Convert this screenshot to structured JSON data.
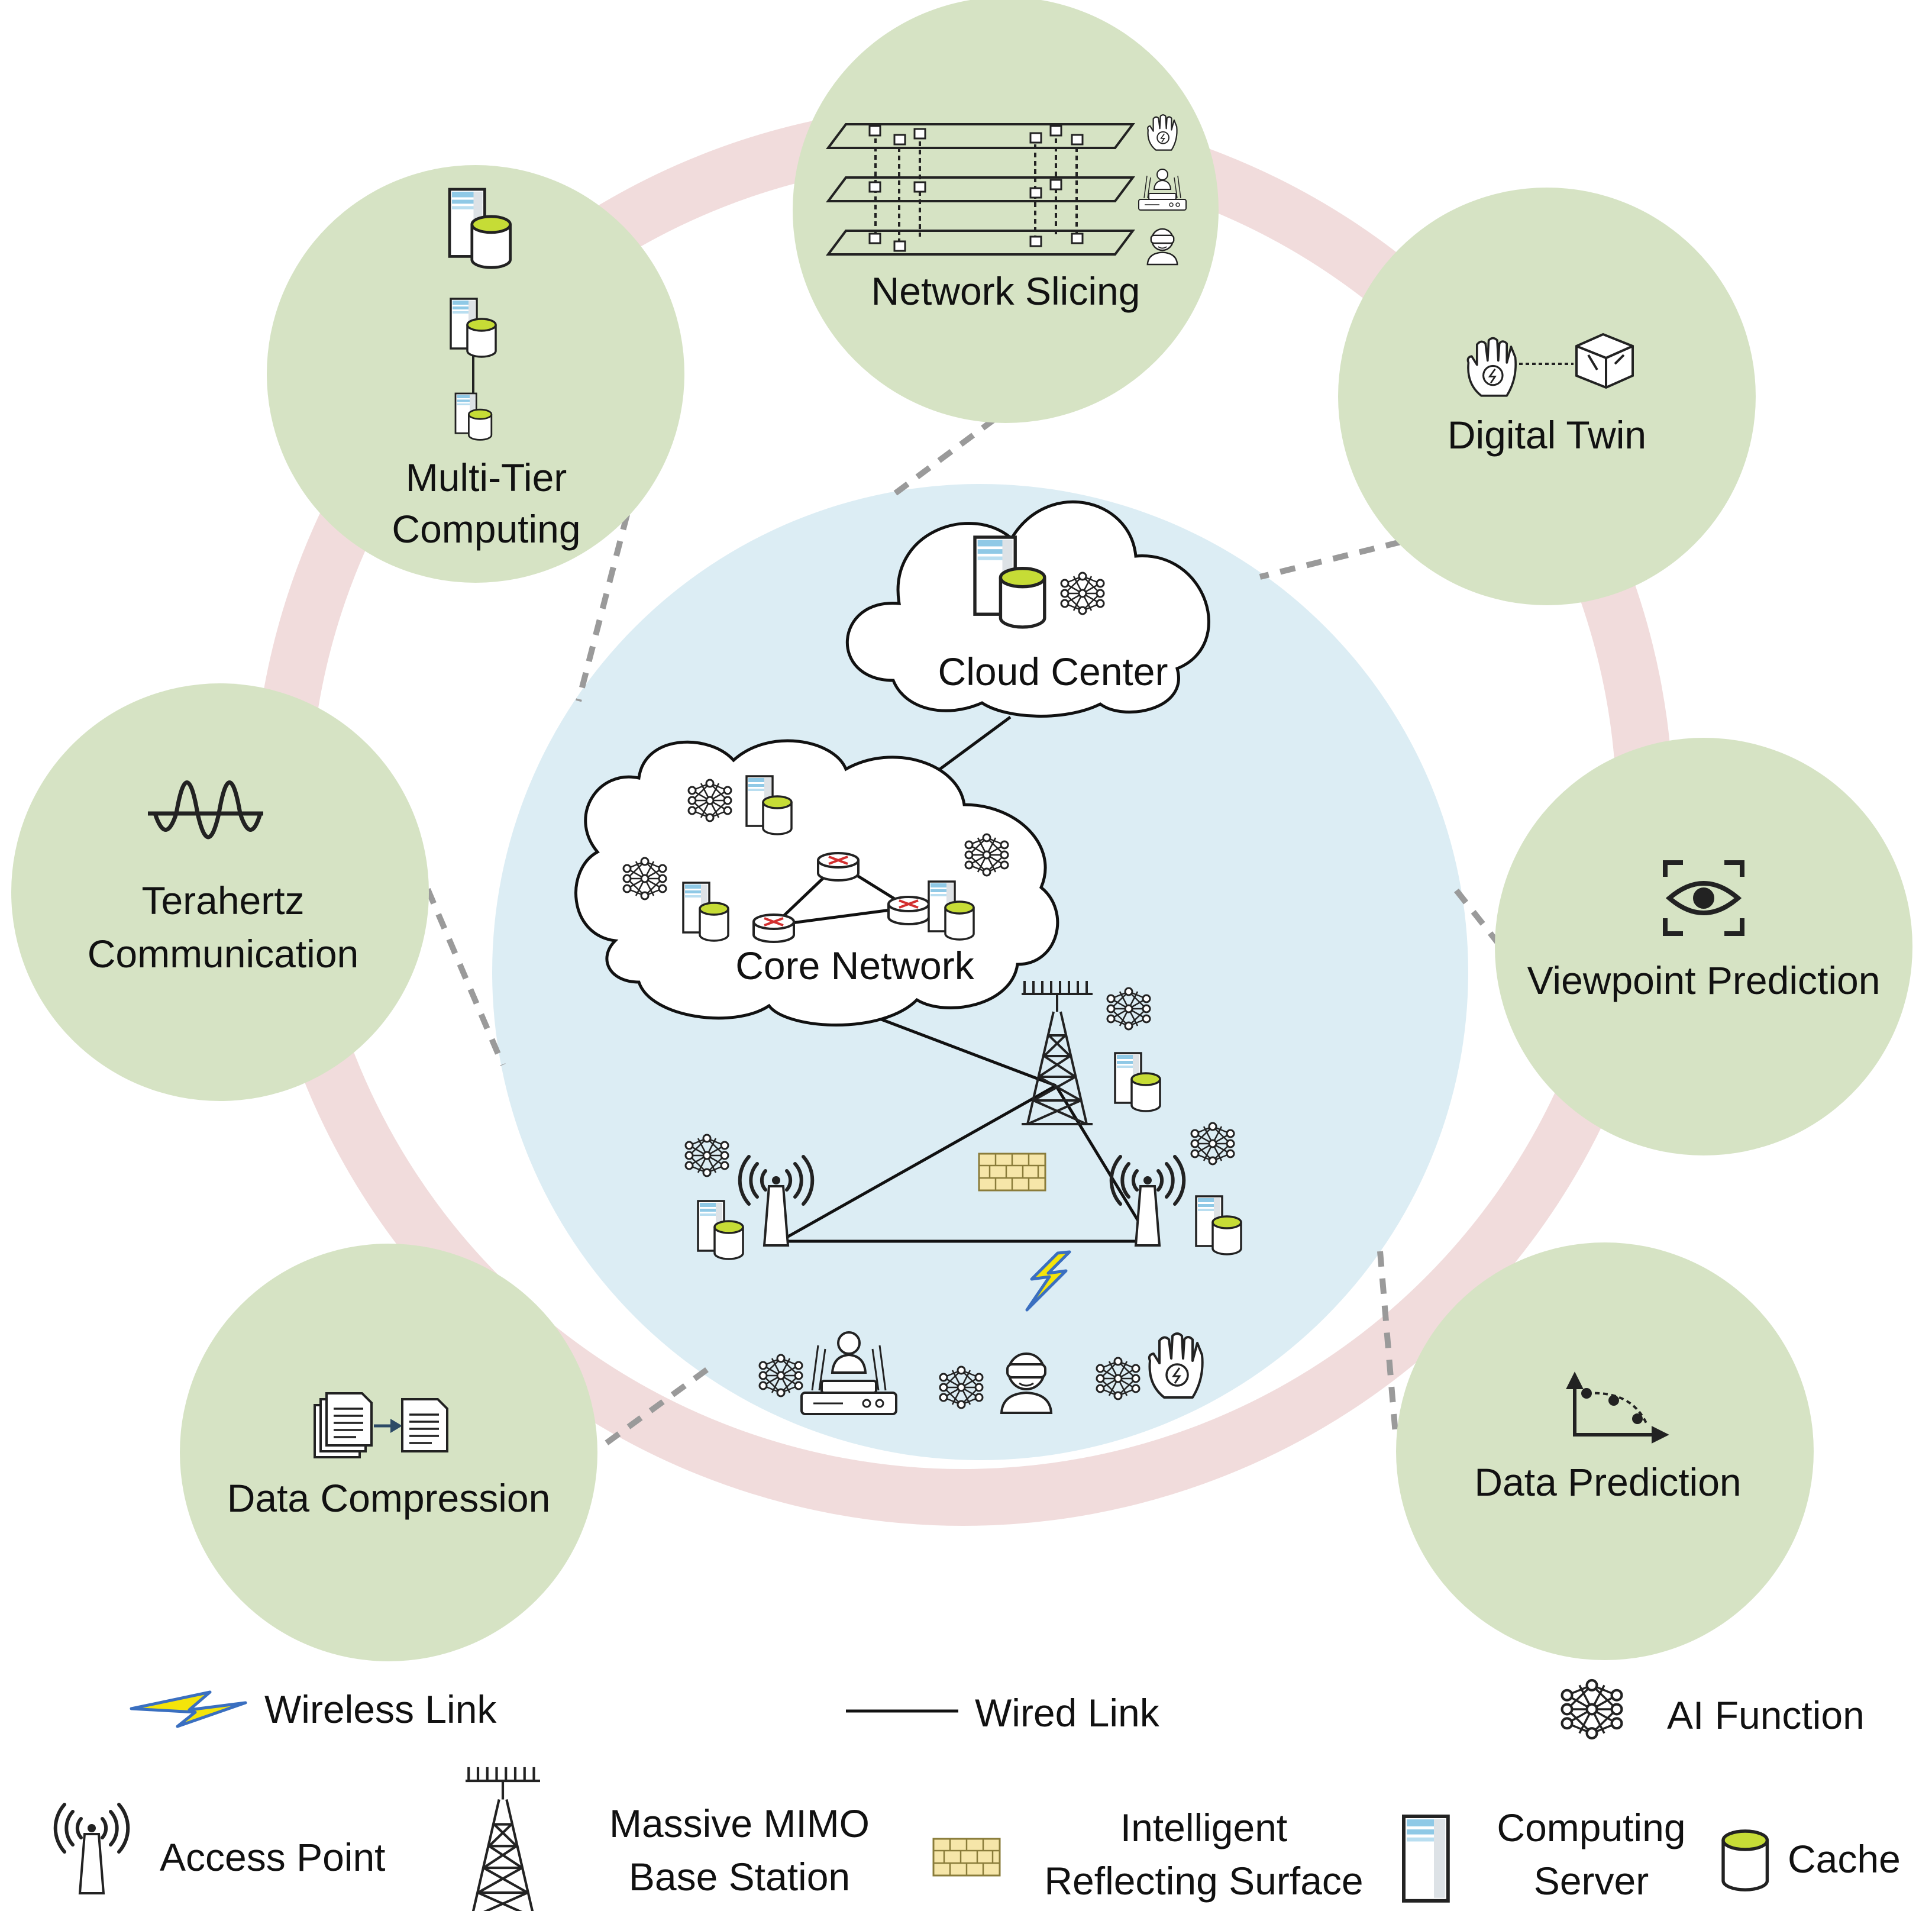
{
  "center": {
    "cloud_center": "Cloud Center",
    "core_network": "Core Network"
  },
  "nodes": {
    "network_slicing": "Network Slicing",
    "digital_twin": "Digital Twin",
    "viewpoint_prediction": "Viewpoint Prediction",
    "data_prediction": "Data Prediction",
    "data_compression": "Data Compression",
    "terahertz": [
      "Terahertz",
      "Communication"
    ],
    "multi_tier": [
      "Multi-Tier",
      "Computing"
    ]
  },
  "legend": {
    "wireless_link": "Wireless Link",
    "wired_link": "Wired Link",
    "ai_function": "AI Function",
    "access_point": "Access Point",
    "mimo": [
      "Massive MIMO",
      "Base Station"
    ],
    "irs": [
      "Intelligent",
      "Reflecting Surface"
    ],
    "computing_server": [
      "Computing",
      "Server"
    ],
    "cache": "Cache"
  },
  "colors": {
    "ring": "#f1dcdc",
    "node_fill": "#d6e3c4",
    "center_fill": "#dcedf4",
    "cache_top": "#c6dc36",
    "server_stripe": "#8fc9e6",
    "irs_fill": "#f6e6a9",
    "bolt_fill": "#f4e40a",
    "bolt_stroke": "#3a6fc0",
    "router_red": "#d32f2f"
  }
}
